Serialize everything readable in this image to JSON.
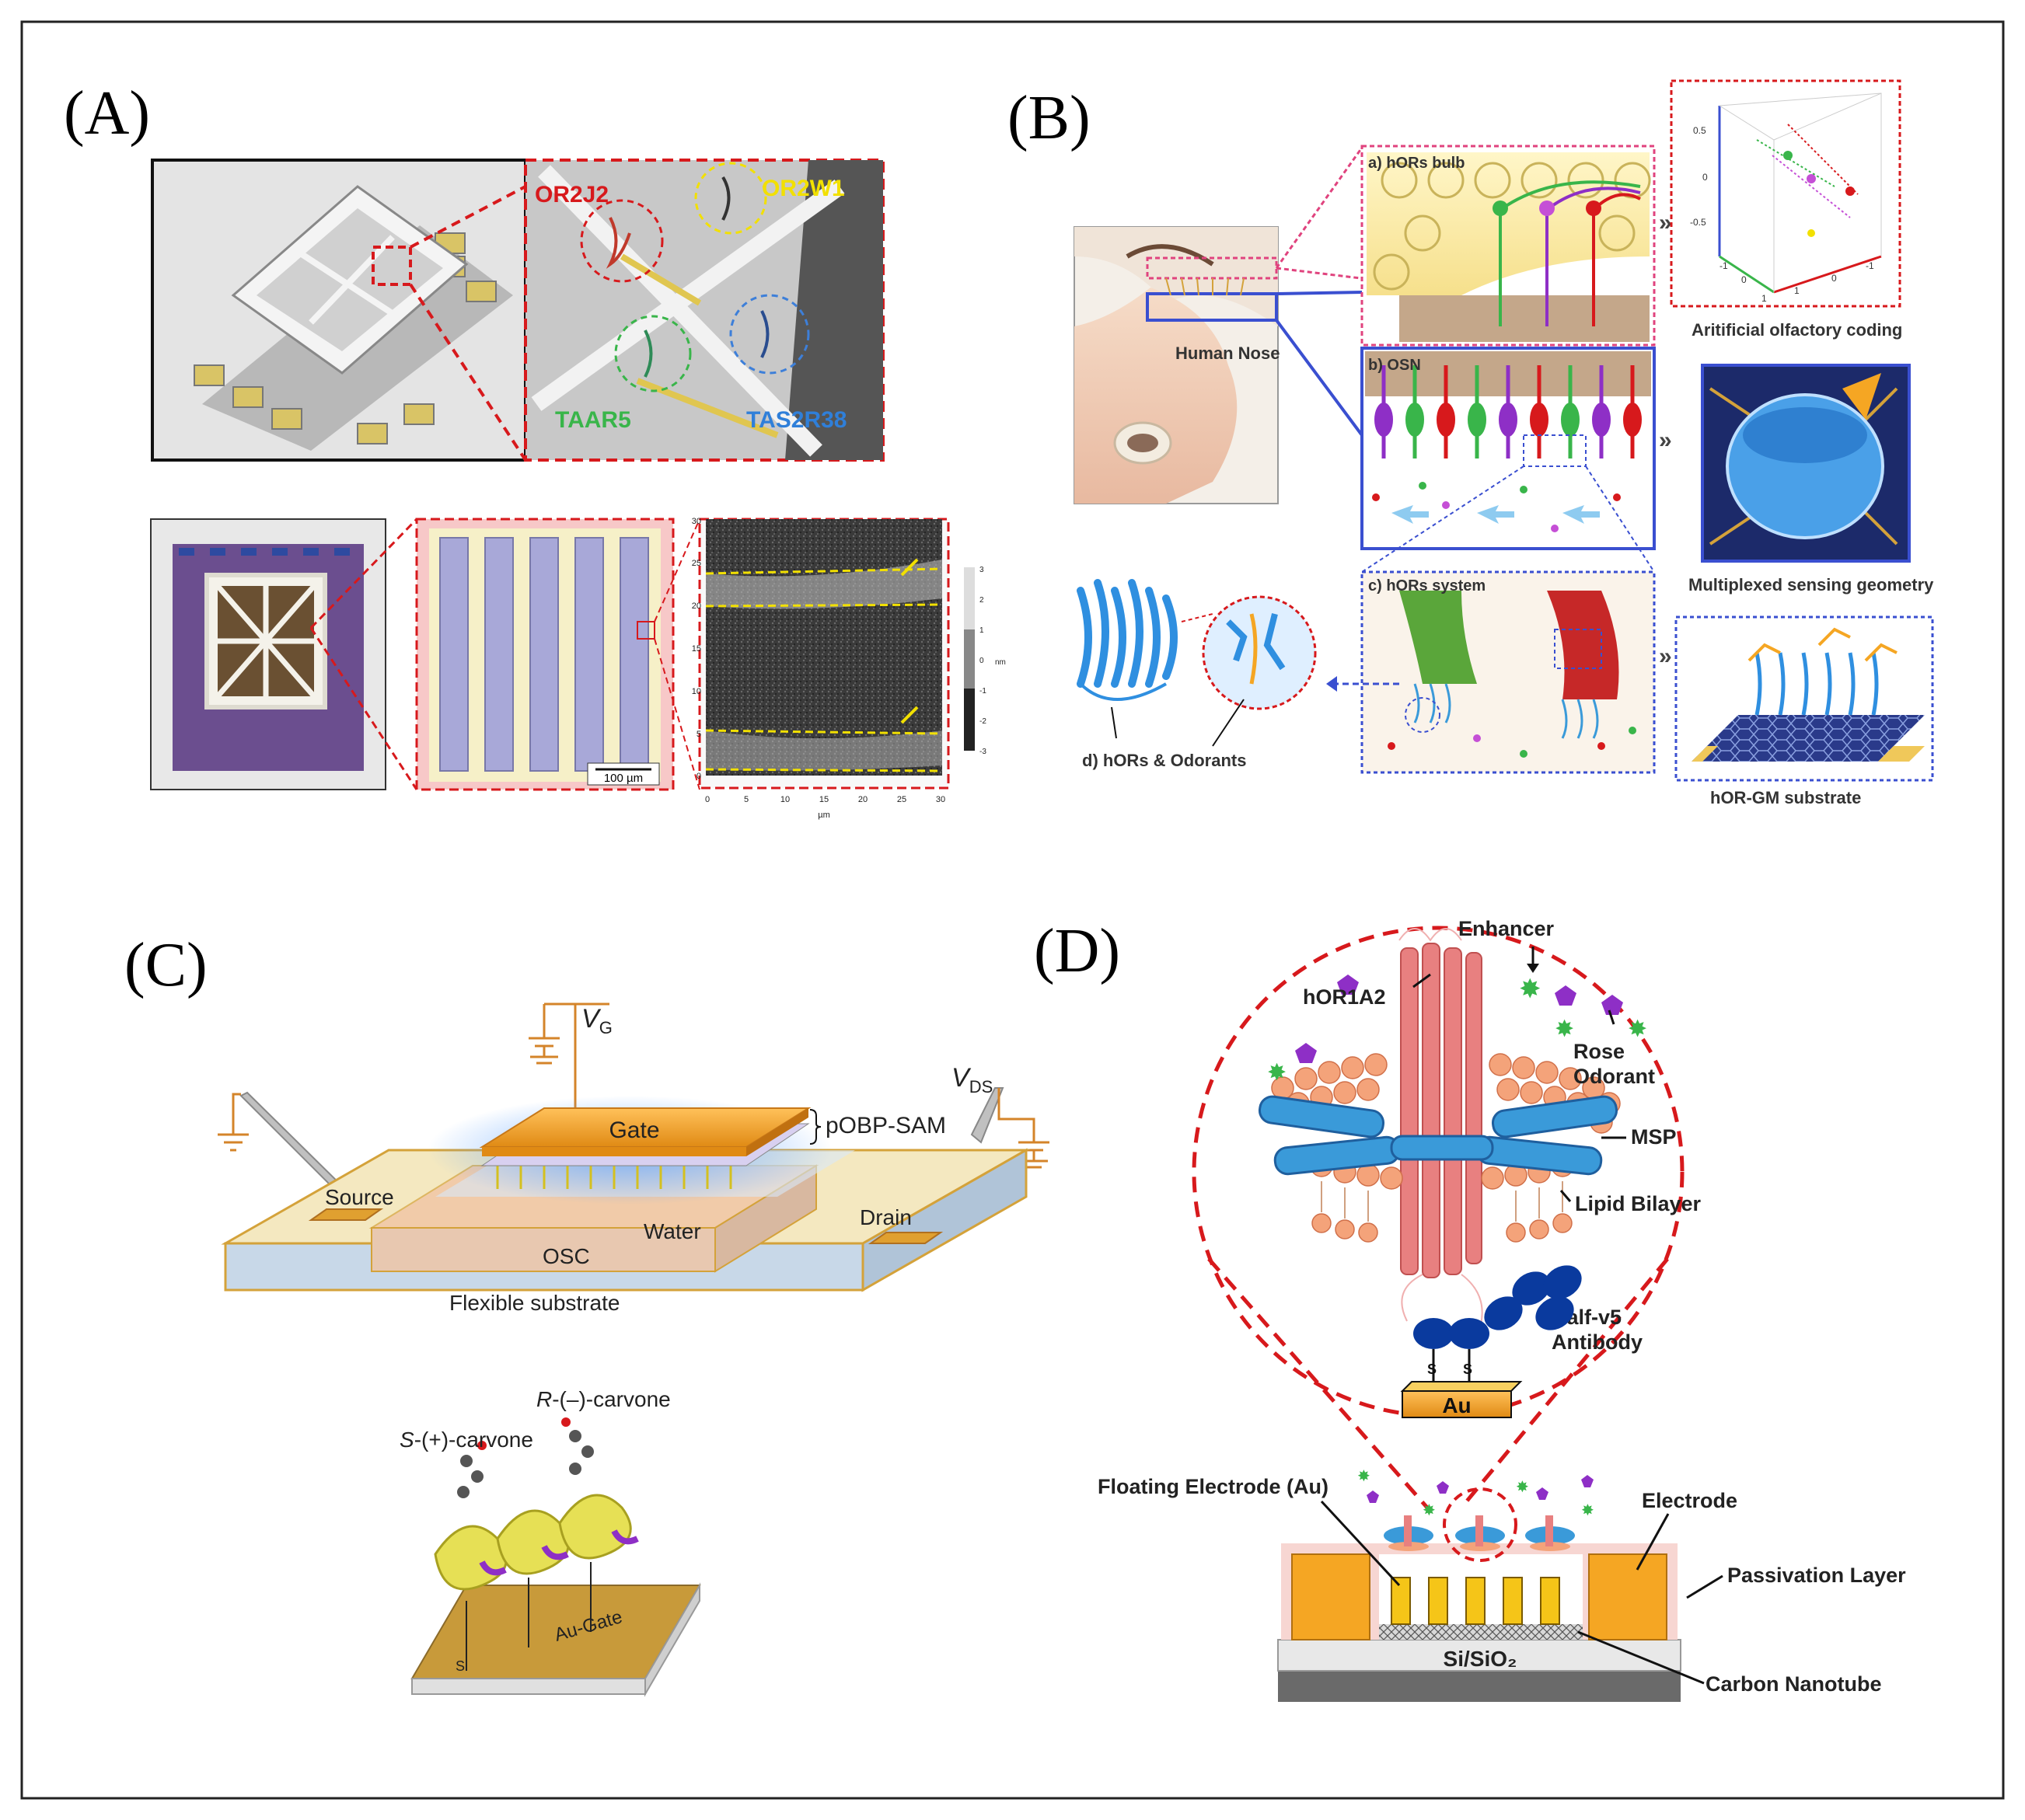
{
  "panels": {
    "a": {
      "letter": "(A)",
      "receptors": [
        "OR2J2",
        "OR2W1",
        "TAAR5",
        "TAS2R38"
      ],
      "scale_bar": "100 µm",
      "afm": {
        "x_ticks": [
          "0",
          "5",
          "10",
          "15",
          "20",
          "25",
          "30"
        ],
        "y_ticks": [
          "0",
          "5",
          "10",
          "15",
          "20",
          "25",
          "30"
        ],
        "x_unit": "µm",
        "cbar_ticks": [
          "3",
          "2",
          "1",
          "0",
          "-1",
          "-2",
          "-3"
        ],
        "cbar_unit": "nm"
      }
    },
    "b": {
      "letter": "(B)",
      "nose_label": "Human Nose",
      "sub_a": "a) hORs bulb",
      "sub_b": "b) OSN",
      "sub_c": "c) hORs system",
      "sub_d": "d) hORs & Odorants",
      "right_1": "Aritificial olfactory coding",
      "right_2": "Multiplexed sensing geometry",
      "right_3": "hOR-GM substrate",
      "plot_ticks": {
        "z": [
          "0.5",
          "0",
          "-0.5"
        ],
        "y": [
          "-1",
          "0",
          "1"
        ],
        "x": [
          "1",
          "0",
          "-1"
        ]
      }
    },
    "c": {
      "letter": "(C)",
      "vg": "V",
      "vg_sub": "G",
      "vds": "V",
      "vds_sub": "DS",
      "gate": "Gate",
      "sam": "pOBP-SAM",
      "source": "Source",
      "drain": "Drain",
      "water": "Water",
      "osc": "OSC",
      "substrate": "Flexible substrate",
      "r_prefix": "R",
      "r_rest": "-(–)-carvone",
      "s_prefix": "S",
      "s_rest": "-(+)-carvone",
      "s_atom": "S",
      "au_gate": "Au-Gate"
    },
    "d": {
      "letter": "(D)",
      "enhancer": "Enhancer",
      "hor": "hOR1A2",
      "rose_1": "Rose",
      "rose_2": "Odorant",
      "msp": "MSP",
      "lipid": "Lipid Bilayer",
      "half_1": "Half-v5",
      "half_2": "Antibody",
      "s_atom": "S",
      "au": "Au",
      "floating": "Floating Electrode (Au)",
      "electrode": "Electrode",
      "passivation": "Passivation Layer",
      "sisio": "Si/SiO₂",
      "cnt": "Carbon Nanotube"
    }
  },
  "colors": {
    "red": "#d7191c",
    "gold": "#f5a623",
    "blue": "#3d7fd9",
    "navy": "#1f3f9e",
    "salmon": "#f4a37a",
    "purple": "#8e2fc6",
    "green": "#39b54a"
  }
}
